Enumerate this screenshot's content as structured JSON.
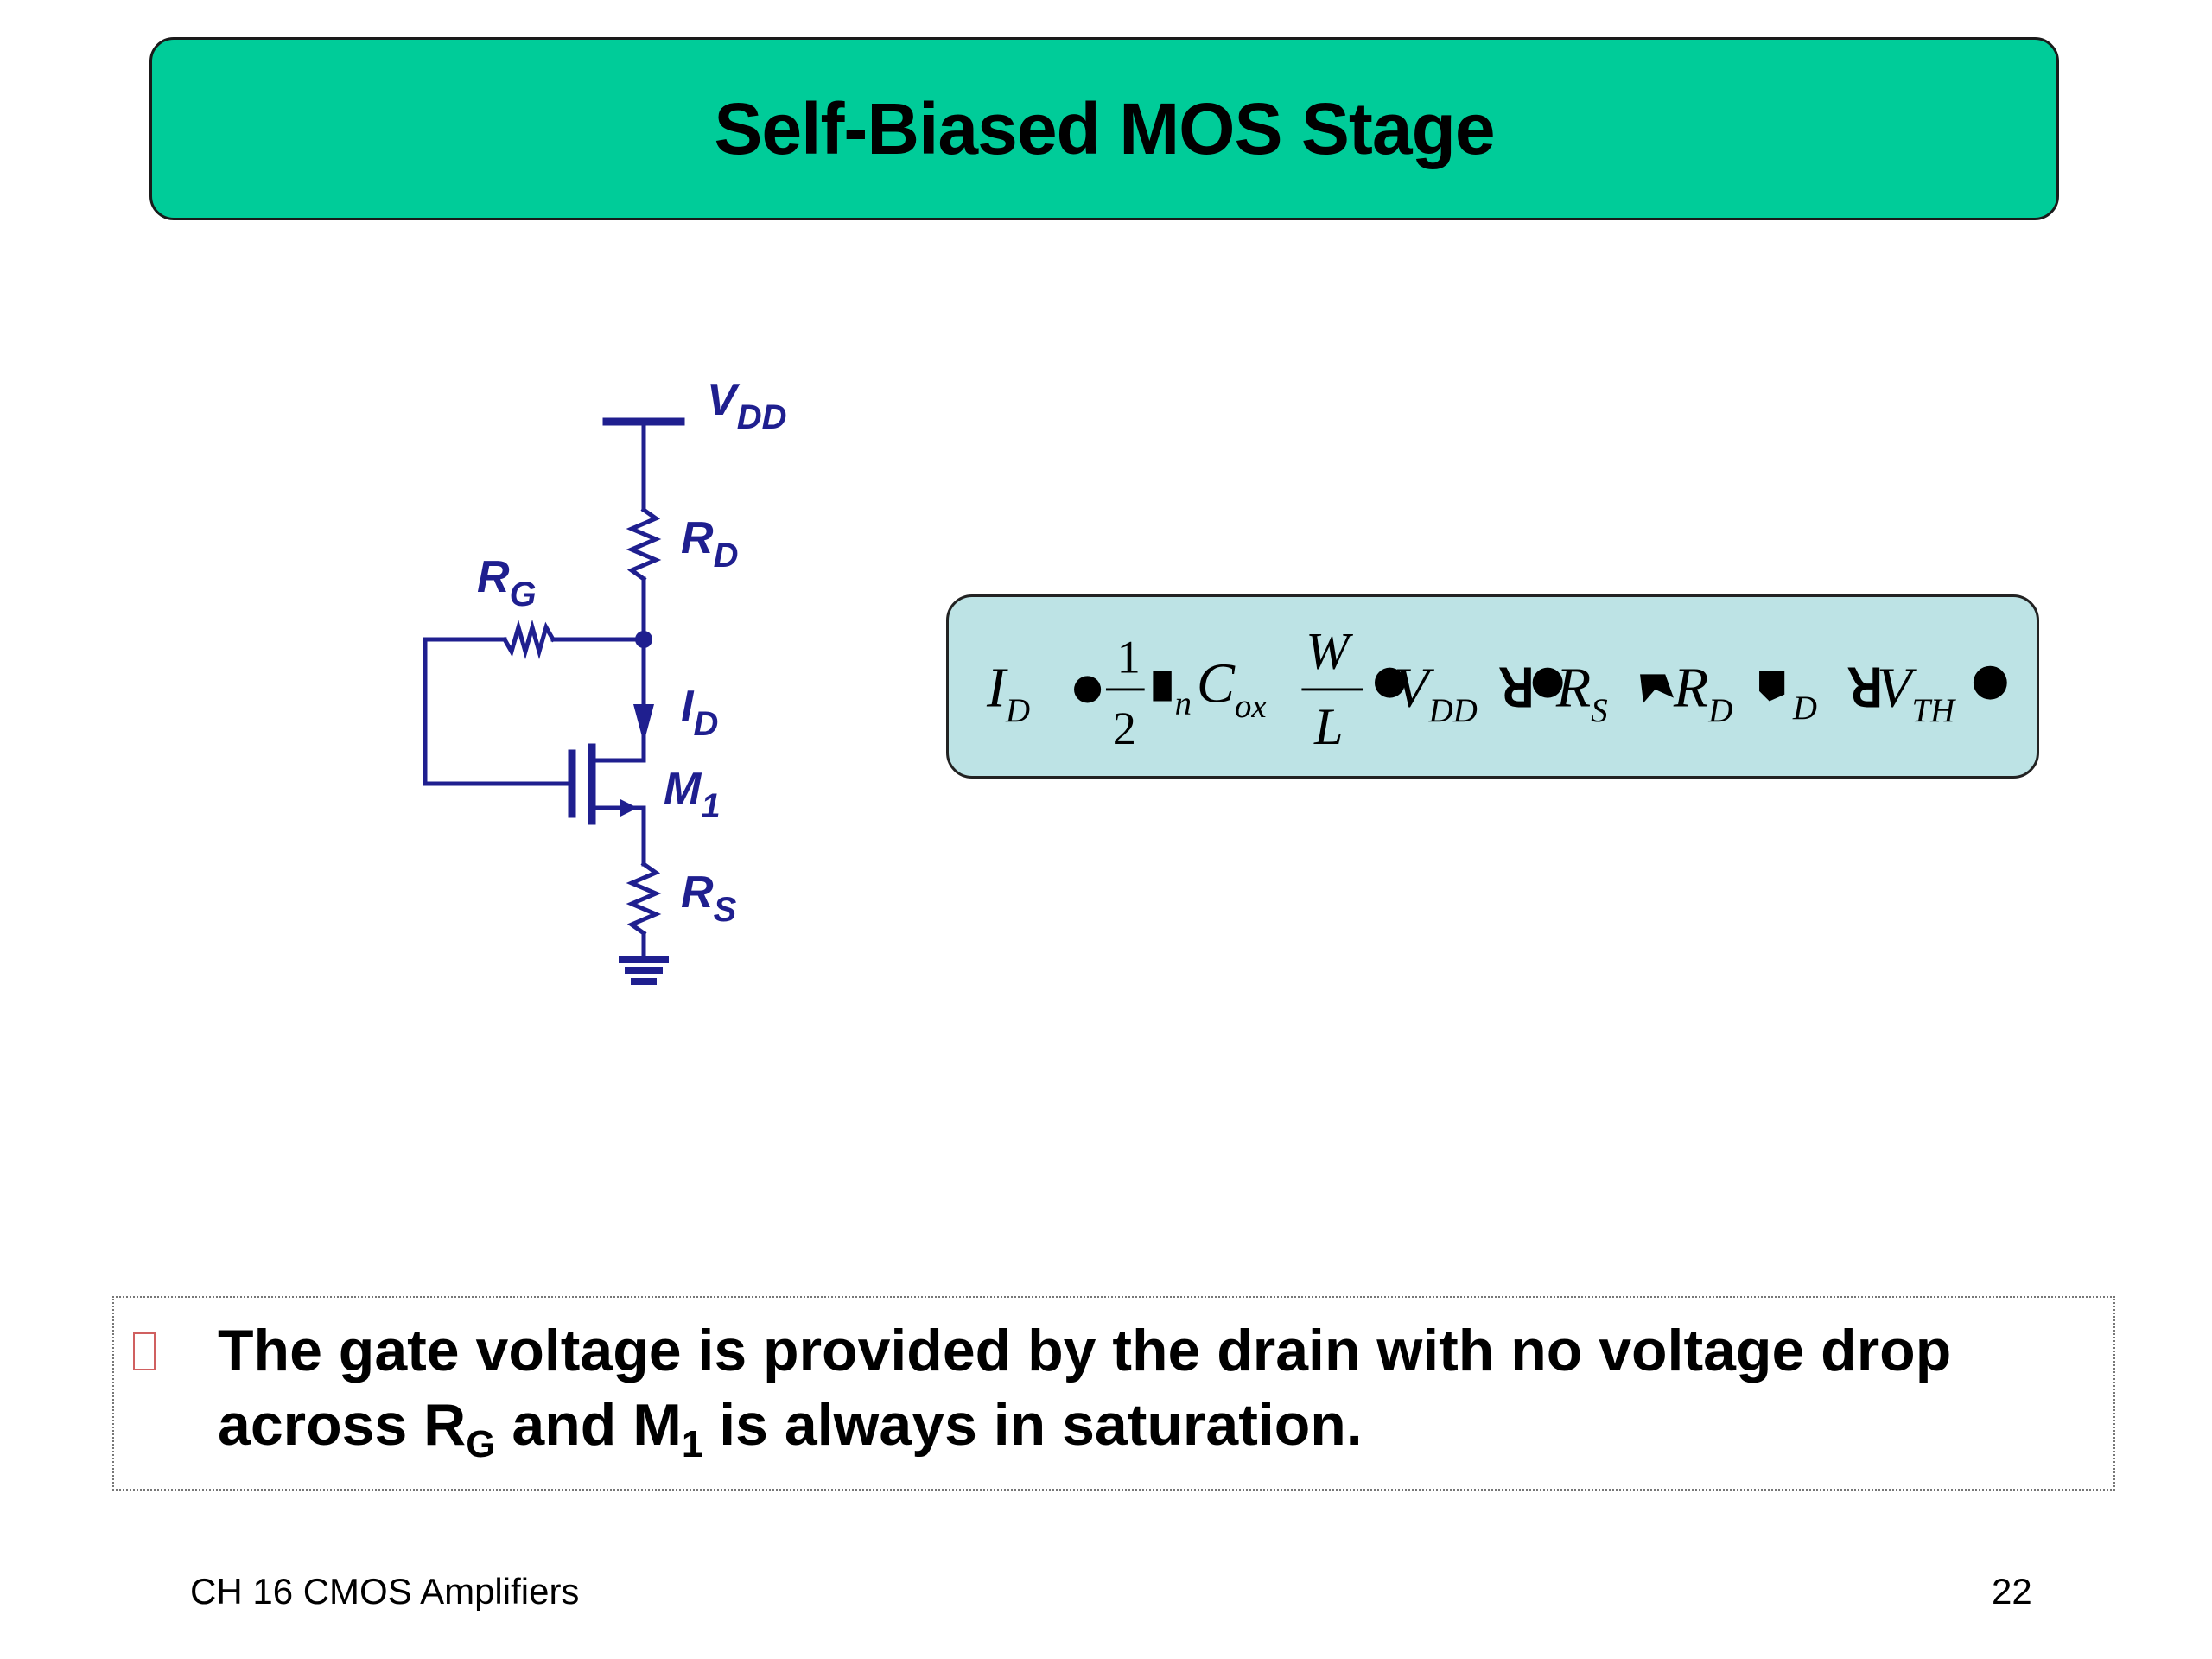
{
  "slide": {
    "title": "Self-Biased MOS Stage",
    "colors": {
      "title_bg": "#00CC99",
      "equation_bg": "#BDE3E5",
      "circuit": "#1F1F8F",
      "bullet": "#D06060"
    }
  },
  "circuit": {
    "supply_label": "V",
    "supply_sub": "DD",
    "rd_label": "R",
    "rd_sub": "D",
    "rg_label": "R",
    "rg_sub": "G",
    "id_label": "I",
    "id_sub": "D",
    "m1_label": "M",
    "m1_sub": "1",
    "rs_label": "R",
    "rs_sub": "S"
  },
  "equation": {
    "id": "I",
    "id_sub": "D",
    "frac1_num": "1",
    "frac1_den": "2",
    "mu_sub": "n",
    "cox": "C",
    "cox_sub": "ox",
    "frac2_num": "W",
    "frac2_den": "L",
    "v1": "V",
    "v1_sub": "DD",
    "r1": "R",
    "r1_sub": "S",
    "r2": "R",
    "r2_sub": "D",
    "i2_sub": "D",
    "v2": "V",
    "v2_sub": "TH"
  },
  "note": {
    "part1": "The gate voltage is provided by the drain with no voltage drop across R",
    "sub1": "G",
    "part2": " and M",
    "sub2": "1",
    "part3": " is always in saturation."
  },
  "footer": {
    "left": "CH 16 CMOS Amplifiers",
    "page": "22"
  }
}
